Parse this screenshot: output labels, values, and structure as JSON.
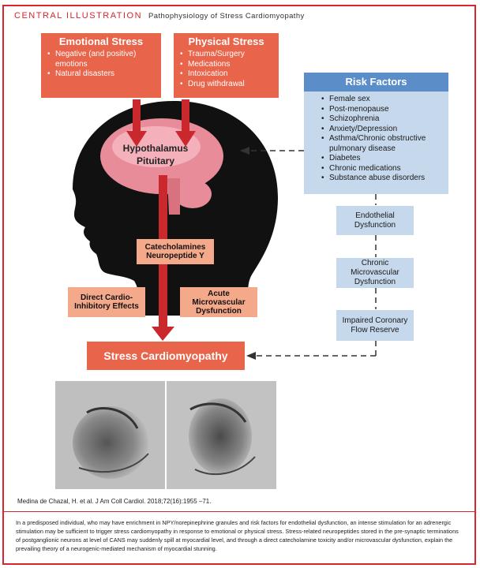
{
  "header": {
    "label": "CENTRAL  ILLUSTRATION",
    "title": "Pathophysiology  of  Stress  Cardiomyopathy"
  },
  "emotional_stress": {
    "title": "Emotional Stress",
    "items": [
      "Negative (and positive) emotions",
      "Natural disasters"
    ]
  },
  "physical_stress": {
    "title": "Physical Stress",
    "items": [
      "Trauma/Surgery",
      "Medications",
      "Intoxication",
      "Drug withdrawal"
    ]
  },
  "risk_factors": {
    "title": "Risk Factors",
    "items": [
      "Female sex",
      "Post-menopause",
      "Schizophrenia",
      "Anxiety/Depression",
      "Asthma/Chronic obstructive pulmonary disease",
      "Diabetes",
      "Chronic medications",
      "Substance abuse disorders"
    ]
  },
  "brain": {
    "hypothalamus": "Hypothalamus",
    "pituitary": "Pituitary"
  },
  "catecholamines": "Catecholamines Neuropeptide Y",
  "direct_effects": "Direct Cardio-Inhibitory Effects",
  "acute_microvascular": "Acute Microvascular Dysfunction",
  "endothelial": "Endothelial Dysfunction",
  "chronic_microvascular": "Chronic Microvascular Dysfunction",
  "impaired_flow": "Impaired Coronary Flow Reserve",
  "stress_cardiomyopathy": "Stress Cardiomyopathy",
  "citation": "Medina  de  Chazal,   H. et al. J Am  Coll  Cardiol.   2018;72(16):1955  –71.",
  "caption": "In a predisposed individual, who may have enrichment in NPY/norepinephrine  granules and risk factors for endothelial dysfunction,  an intense stimulation for an adrenergic stimulation may be sufficient  to trigger stress cardiomyopathy  in response to emotional or physical stress. Stress-related neuropeptides stored in the pre-synaptic terminations of postganglionic neurons at level of CANS may suddenly spill at myocardial level, and through a direct catecholamine  toxicity and/or microvascular  dysfunction,  explain the prevailing theory of a neurogenic-mediated   mechanism  of myocardial  stunning.",
  "colors": {
    "accent_red": "#d8262c",
    "orange": "#e8644a",
    "peach": "#f5a98b",
    "blue_light": "#c6d8ec",
    "blue_dark": "#5b8ec8"
  }
}
